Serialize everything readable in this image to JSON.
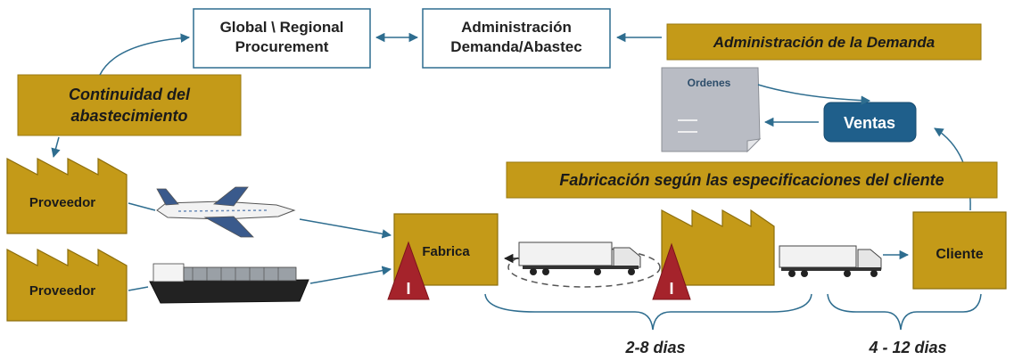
{
  "top_boxes": {
    "procurement": [
      "Global \\ Regional",
      "Procurement"
    ],
    "admin": [
      "Administración",
      "Demanda/Abastec"
    ]
  },
  "banners": {
    "demanda": "Administración de la Demanda",
    "continuidad": [
      "Continuidad del",
      "abastecimiento"
    ],
    "fabricacion": "Fabricación según las especificaciones del cliente"
  },
  "ordenes": "Ordenes",
  "ventas": "Ventas",
  "proveedor_1": "Proveedor",
  "proveedor_2": "Proveedor",
  "fabrica": "Fabrica",
  "cliente": "Cliente",
  "warning_mark": "I",
  "durations": {
    "left": "2-8 dias",
    "right": "4 - 12 dias"
  },
  "colors": {
    "gold": "#c49a18",
    "arrow": "#2e6d8f",
    "ventas": "#1f5f8b",
    "warning": "#a5232b"
  }
}
